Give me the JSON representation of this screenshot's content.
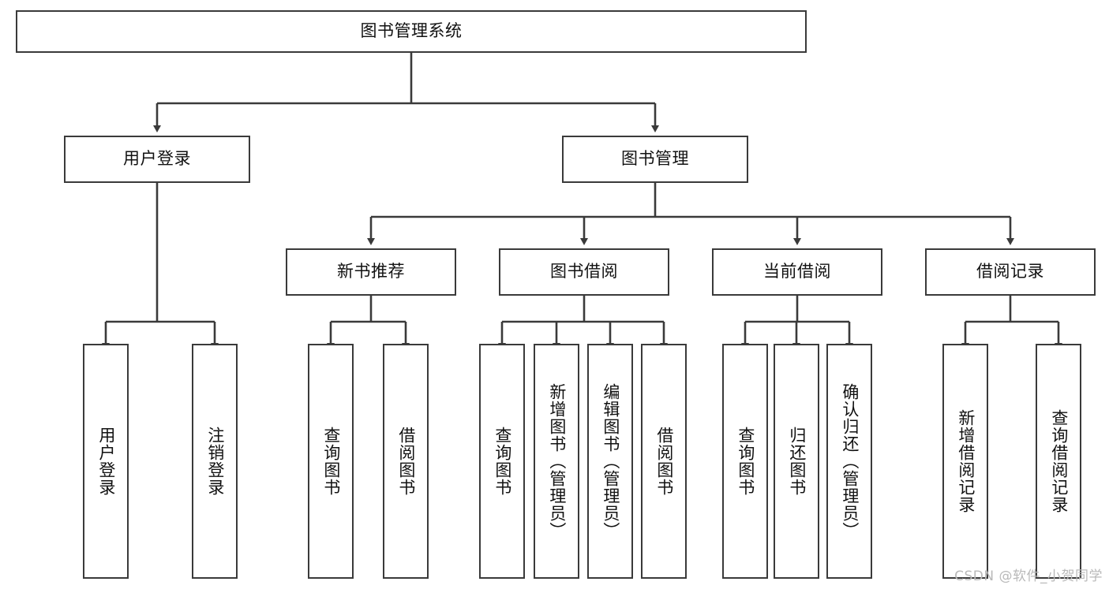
{
  "diagram": {
    "title": "图书管理系统",
    "type": "tree-hierarchy-diagram",
    "root": {
      "id": "root",
      "label": "图书管理系统"
    },
    "level1": [
      {
        "id": "user-login",
        "label": "用户登录"
      },
      {
        "id": "book-manage",
        "label": "图书管理"
      }
    ],
    "level2": [
      {
        "id": "new-book-recommend",
        "label": "新书推荐",
        "parent": "book-manage"
      },
      {
        "id": "book-borrow",
        "label": "图书借阅",
        "parent": "book-manage"
      },
      {
        "id": "current-borrow",
        "label": "当前借阅",
        "parent": "book-manage"
      },
      {
        "id": "borrow-record",
        "label": "借阅记录",
        "parent": "book-manage"
      }
    ],
    "leaves": {
      "user-login": [
        {
          "id": "leaf-user-login",
          "label": "用户登录"
        },
        {
          "id": "leaf-user-logout",
          "label": "注销登录"
        }
      ],
      "new-book-recommend": [
        {
          "id": "leaf-query-book-1",
          "label": "查询图书"
        },
        {
          "id": "leaf-borrow-book-1",
          "label": "借阅图书"
        }
      ],
      "book-borrow": [
        {
          "id": "leaf-query-book-2",
          "label": "查询图书"
        },
        {
          "id": "leaf-add-book",
          "label": "新增图书（管理员）"
        },
        {
          "id": "leaf-edit-book",
          "label": "编辑图书（管理员）"
        },
        {
          "id": "leaf-borrow-book-2",
          "label": "借阅图书"
        }
      ],
      "current-borrow": [
        {
          "id": "leaf-query-book-3",
          "label": "查询图书"
        },
        {
          "id": "leaf-return-book",
          "label": "归还图书"
        },
        {
          "id": "leaf-confirm-return",
          "label": "确认归还（管理员）"
        }
      ],
      "borrow-record": [
        {
          "id": "leaf-add-record",
          "label": "新增借阅记录"
        },
        {
          "id": "leaf-query-record",
          "label": "查询借阅记录"
        }
      ]
    },
    "colors": {
      "stroke": "#3a3a3a",
      "fill": "#ffffff",
      "text": "#111111",
      "watermark": "#b9b9b9"
    }
  },
  "watermark": {
    "text": "CSDN @软件_小贺同学"
  }
}
